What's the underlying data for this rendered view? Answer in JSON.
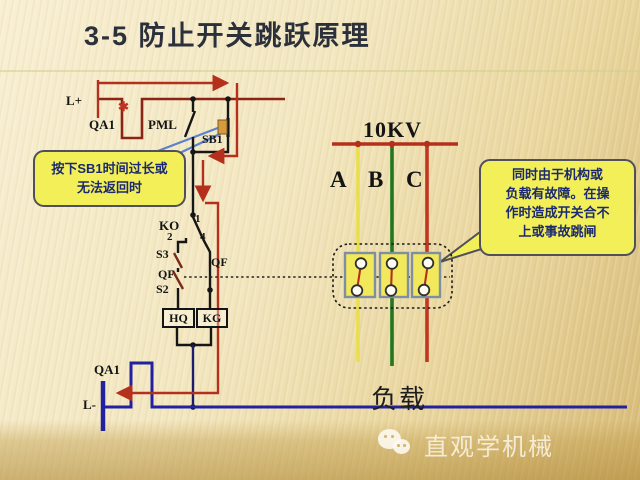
{
  "slide": {
    "title": "3-5  防止开关跳跃原理"
  },
  "control_circuit": {
    "labels": {
      "l_plus": "L+",
      "qa1_top": "QA1",
      "pml": "PML",
      "sb1": "SB1",
      "ko": "KO",
      "contact_1": "1",
      "contact_2": "2",
      "contact_4": "4",
      "s3": "S3",
      "qf_left": "QF",
      "s2": "S2",
      "qf_right": "QF",
      "hq_coil": "HQ",
      "kg_coil": "KG",
      "qa1_bottom": "QA1",
      "l_minus": "L-",
      "fault_marker": "✱"
    }
  },
  "power_circuit": {
    "voltage_label": "10KV",
    "phases": [
      "A",
      "B",
      "C"
    ],
    "load_label": "负载"
  },
  "callouts": {
    "left_note": "按下SB1时间过长或\n无法返回时",
    "right_note": "同时由于机构或\n负载有故障。在操\n作时造成开关合不\n上或事故跳闸"
  },
  "watermark": {
    "icon": "wechat-icon",
    "text": "直观学机械"
  },
  "colors": {
    "background_top": "#f8efd2",
    "background_bottom": "#d7ba77",
    "highlight_red": "#b5301c",
    "base_wire_red": "#8c2415",
    "wire_black": "#161616",
    "rail_blue": "#2222a0",
    "phase_a_yellow": "#e9df4e",
    "phase_b_green": "#20771f",
    "phase_c_red": "#c23620",
    "callout_yellow": "#f3ef58",
    "callout_text_blue": "#1b2a70"
  }
}
